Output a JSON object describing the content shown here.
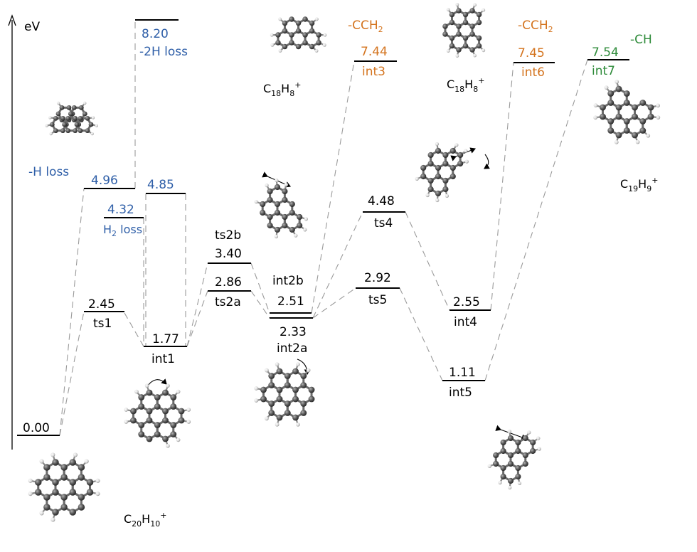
{
  "axis": {
    "label": "eV"
  },
  "levels": {
    "start": {
      "value": "0.00"
    },
    "ts1": {
      "value": "2.45",
      "name": "ts1"
    },
    "int1": {
      "value": "1.77",
      "name": "int1"
    },
    "hloss": {
      "value": "4.96",
      "name": "-H loss"
    },
    "h2loss": {
      "value": "4.32",
      "name": "H",
      "name_sub": "2",
      "name_tail": " loss"
    },
    "lvl485": {
      "value": "4.85"
    },
    "h2x": {
      "value": "8.20",
      "name": "-2H loss"
    },
    "ts2b": {
      "value": "3.40",
      "name": "ts2b"
    },
    "ts2a": {
      "value": "2.86",
      "name": "ts2a"
    },
    "int2b": {
      "value": "2.51",
      "name": "int2b"
    },
    "int2a": {
      "value": "2.33",
      "name": "int2a"
    },
    "int3": {
      "value": "7.44",
      "name": "int3",
      "tag": "-CCH",
      "tag_sub": "2"
    },
    "ts4": {
      "value": "4.48",
      "name": "ts4"
    },
    "ts5": {
      "value": "2.92",
      "name": "ts5"
    },
    "int4": {
      "value": "2.55",
      "name": "int4"
    },
    "int5": {
      "value": "1.11",
      "name": "int5"
    },
    "int6": {
      "value": "7.45",
      "name": "int6",
      "tag": "-CCH",
      "tag_sub": "2"
    },
    "int7": {
      "value": "7.54",
      "name": "int7",
      "tag": "-CH"
    }
  },
  "formulas": {
    "c20h10": {
      "a": "C",
      "a_sub": "20",
      "b": "H",
      "b_sub": "10",
      "sup": "+"
    },
    "c18h8_left": {
      "a": "C",
      "a_sub": "18",
      "b": "H",
      "b_sub": "8",
      "sup": "+"
    },
    "c18h8_right": {
      "a": "C",
      "a_sub": "18",
      "b": "H",
      "b_sub": "8",
      "sup": "+"
    },
    "c19h9": {
      "a": "C",
      "a_sub": "19",
      "b": "H",
      "b_sub": "9",
      "sup": "+"
    }
  },
  "colors": {
    "blue": "#2f5fa8",
    "orange": "#d4741f",
    "green": "#2e8b3a"
  }
}
